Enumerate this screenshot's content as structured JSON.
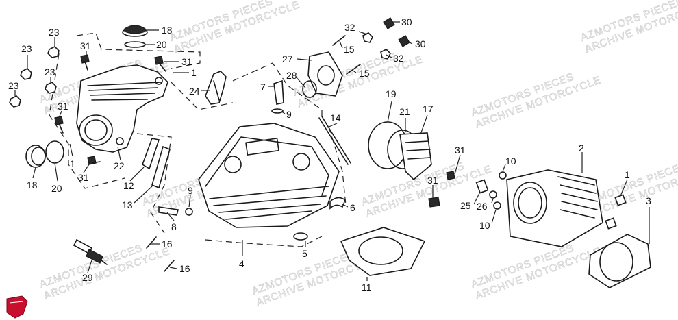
{
  "watermark": {
    "line1": "AZMOTORS PIECES",
    "line2": "ARCHIVE MOTORCYCLE"
  },
  "callouts": [
    {
      "id": "c18a",
      "label": "18"
    },
    {
      "id": "c20a",
      "label": "20"
    },
    {
      "id": "c23a",
      "label": "23"
    },
    {
      "id": "c23b",
      "label": "23"
    },
    {
      "id": "c23c",
      "label": "23"
    },
    {
      "id": "c23d",
      "label": "23"
    },
    {
      "id": "c31a",
      "label": "31"
    },
    {
      "id": "c31b",
      "label": "31"
    },
    {
      "id": "c1a",
      "label": "1"
    },
    {
      "id": "c24",
      "label": "24"
    },
    {
      "id": "c31c",
      "label": "31"
    },
    {
      "id": "c1b",
      "label": "1"
    },
    {
      "id": "c31d",
      "label": "31"
    },
    {
      "id": "c22",
      "label": "22"
    },
    {
      "id": "c18b",
      "label": "18"
    },
    {
      "id": "c20b",
      "label": "20"
    },
    {
      "id": "c12",
      "label": "12"
    },
    {
      "id": "c13",
      "label": "13"
    },
    {
      "id": "c9a",
      "label": "9"
    },
    {
      "id": "c8",
      "label": "8"
    },
    {
      "id": "c16a",
      "label": "16"
    },
    {
      "id": "c16b",
      "label": "16"
    },
    {
      "id": "c29",
      "label": "29"
    },
    {
      "id": "c32a",
      "label": "32"
    },
    {
      "id": "c30a",
      "label": "30"
    },
    {
      "id": "c30b",
      "label": "30"
    },
    {
      "id": "c15a",
      "label": "15"
    },
    {
      "id": "c32b",
      "label": "32"
    },
    {
      "id": "c27",
      "label": "27"
    },
    {
      "id": "c15b",
      "label": "15"
    },
    {
      "id": "c7",
      "label": "7"
    },
    {
      "id": "c28",
      "label": "28"
    },
    {
      "id": "c9b",
      "label": "9"
    },
    {
      "id": "c19",
      "label": "19"
    },
    {
      "id": "c21",
      "label": "21"
    },
    {
      "id": "c17",
      "label": "17"
    },
    {
      "id": "c14",
      "label": "14"
    },
    {
      "id": "c4",
      "label": "4"
    },
    {
      "id": "c5",
      "label": "5"
    },
    {
      "id": "c6",
      "label": "6"
    },
    {
      "id": "c11",
      "label": "11"
    },
    {
      "id": "c31e",
      "label": "31"
    },
    {
      "id": "c31f",
      "label": "31"
    },
    {
      "id": "c10a",
      "label": "10"
    },
    {
      "id": "c25",
      "label": "25"
    },
    {
      "id": "c26",
      "label": "26"
    },
    {
      "id": "c10b",
      "label": "10"
    },
    {
      "id": "c2",
      "label": "2"
    },
    {
      "id": "c1c",
      "label": "1"
    },
    {
      "id": "c3",
      "label": "3"
    }
  ],
  "colors": {
    "line": "#1a1a1a",
    "watermark": "#cfcfcf",
    "logo": "#c8102e"
  }
}
